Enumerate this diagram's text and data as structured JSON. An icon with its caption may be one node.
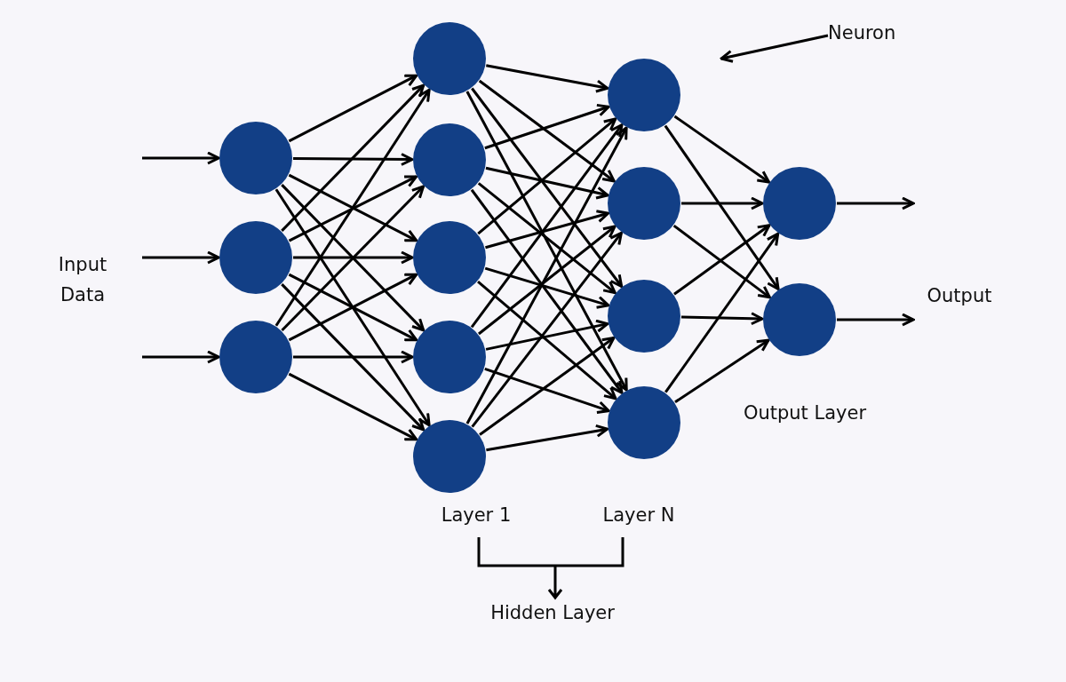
{
  "diagram": {
    "nodes": [
      {
        "text": [],
        "shape": "circle"
      },
      {
        "text": [],
        "shape": "circle"
      },
      {
        "text": [],
        "shape": "circle"
      },
      {
        "text": [],
        "shape": "circle"
      },
      {
        "text": [],
        "shape": "circle"
      },
      {
        "text": [],
        "shape": "circle"
      },
      {
        "text": [],
        "shape": "circle"
      },
      {
        "text": [],
        "shape": "circle"
      },
      {
        "text": [],
        "shape": "circle"
      },
      {
        "text": [],
        "shape": "circle"
      },
      {
        "text": [],
        "shape": "circle"
      },
      {
        "text": [],
        "shape": "circle"
      },
      {
        "text": [],
        "shape": "circle"
      },
      {
        "text": [],
        "shape": "circle"
      },
      {
        "text": [
          "Neuron"
        ]
      }
    ],
    "edges": [
      {
        "from": null,
        "to": 0,
        "arrow": "to"
      },
      {
        "from": null,
        "to": 1,
        "arrow": "to"
      },
      {
        "from": null,
        "to": 2,
        "arrow": "to"
      },
      {
        "from": 0,
        "to": 3,
        "arrow": "to"
      },
      {
        "from": 0,
        "to": 4,
        "arrow": "to"
      },
      {
        "from": 0,
        "to": 5,
        "arrow": "to"
      },
      {
        "from": 0,
        "to": 6,
        "arrow": "to"
      },
      {
        "from": 0,
        "to": 7,
        "arrow": "to"
      },
      {
        "from": 1,
        "to": 3,
        "arrow": "to"
      },
      {
        "from": 1,
        "to": 4,
        "arrow": "to"
      },
      {
        "from": 1,
        "to": 5,
        "arrow": "to"
      },
      {
        "from": 1,
        "to": 6,
        "arrow": "to"
      },
      {
        "from": 1,
        "to": 7,
        "arrow": "to"
      },
      {
        "from": 2,
        "to": 3,
        "arrow": "to"
      },
      {
        "from": 2,
        "to": 4,
        "arrow": "to"
      },
      {
        "from": 2,
        "to": 5,
        "arrow": "to"
      },
      {
        "from": 2,
        "to": 6,
        "arrow": "to"
      },
      {
        "from": 2,
        "to": 7,
        "arrow": "to"
      },
      {
        "from": 3,
        "to": 8,
        "arrow": "to"
      },
      {
        "from": 3,
        "to": 9,
        "arrow": "to"
      },
      {
        "from": 3,
        "to": 10,
        "arrow": "to"
      },
      {
        "from": 3,
        "to": 11,
        "arrow": "to"
      },
      {
        "from": 4,
        "to": 8,
        "arrow": "to"
      },
      {
        "from": 4,
        "to": 9,
        "arrow": "to"
      },
      {
        "from": 4,
        "to": 10,
        "arrow": "to"
      },
      {
        "from": 4,
        "to": 11,
        "arrow": "to"
      },
      {
        "from": 5,
        "to": 8,
        "arrow": "to"
      },
      {
        "from": 5,
        "to": 9,
        "arrow": "to"
      },
      {
        "from": 5,
        "to": 10,
        "arrow": "to"
      },
      {
        "from": 5,
        "to": 11,
        "arrow": "to"
      },
      {
        "from": 6,
        "to": 8,
        "arrow": "to"
      },
      {
        "from": 6,
        "to": 9,
        "arrow": "to"
      },
      {
        "from": 6,
        "to": 10,
        "arrow": "to"
      },
      {
        "from": 6,
        "to": 11,
        "arrow": "to"
      },
      {
        "from": 7,
        "to": 8,
        "arrow": "to"
      },
      {
        "from": 7,
        "to": 9,
        "arrow": "to"
      },
      {
        "from": 7,
        "to": 10,
        "arrow": "to"
      },
      {
        "from": 7,
        "to": 11,
        "arrow": "to"
      },
      {
        "from": 8,
        "to": 12,
        "arrow": "to"
      },
      {
        "from": 8,
        "to": 13,
        "arrow": "to"
      },
      {
        "from": 9,
        "to": 12,
        "arrow": "to"
      },
      {
        "from": 9,
        "to": 13,
        "arrow": "to"
      },
      {
        "from": 10,
        "to": 12,
        "arrow": "to"
      },
      {
        "from": 10,
        "to": 13,
        "arrow": "to"
      },
      {
        "from": 11,
        "to": 12,
        "arrow": "to"
      },
      {
        "from": 11,
        "to": 13,
        "arrow": "to"
      },
      {
        "from": 12,
        "to": null,
        "arrow": "to"
      },
      {
        "from": 13,
        "to": null,
        "arrow": "to"
      },
      {
        "from": 14,
        "to": null,
        "arrow": "to"
      }
    ],
    "labels": [
      "Input Data",
      "Output",
      "Output Layer",
      "Layer 1",
      "Layer N",
      "Hidden Layer"
    ]
  }
}
